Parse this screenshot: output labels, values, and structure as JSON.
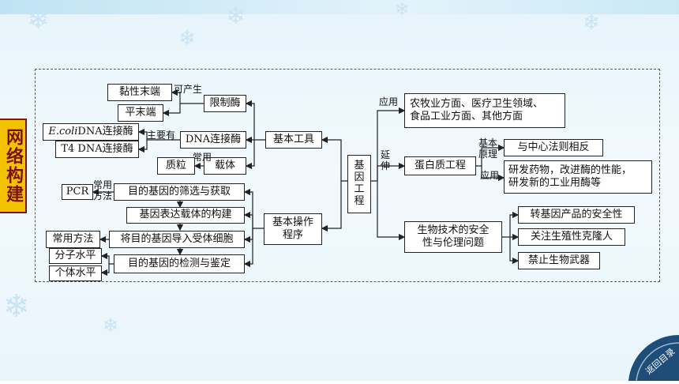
{
  "side_tab": "网络构建",
  "center": "基因工程",
  "tools": {
    "title": "基本工具",
    "restriction": "限制酶",
    "sticky_end": "黏性末端",
    "blunt_end": "平末端",
    "produces": "可产生",
    "ligase": "DNA连接酶",
    "ecoli_italic": "E.coli",
    "ecoli_rest": " DNA连接酶",
    "t4_ligase": "T4 DNA连接酶",
    "mainly": "主要有",
    "vector": "载体",
    "plasmid": "质粒",
    "commonly": "常用"
  },
  "procedure": {
    "title_line1": "基本操作",
    "title_line2": "程序",
    "step1": "目的基因的筛选与获取",
    "step2": "基因表达载体的构建",
    "step3": "将目的基因导入受体细胞",
    "step4": "目的基因的检测与鉴定",
    "pcr": "PCR",
    "common_method_line1": "常用",
    "common_method_line2": "方法",
    "common_methods_box": "常用方法",
    "molecular": "分子水平",
    "individual": "个体水平"
  },
  "application": {
    "label": "应用",
    "text_line1": "农牧业方面、医疗卫生领域、",
    "text_line2": "食品工业方面、其他方面"
  },
  "extension": {
    "label_line1": "延",
    "label_line2": "伸",
    "protein": "蛋白质工程",
    "principle_line1": "基本",
    "principle_line2": "原理",
    "principle_text": "与中心法则相反",
    "apply": "应用",
    "apply_line1": "研发药物，改进酶的性能，",
    "apply_line2": "研发新的工业用酶等"
  },
  "ethics": {
    "title_line1": "生物技术的安全",
    "title_line2": "性与伦理问题",
    "item1": "转基因产品的安全性",
    "item2": "关注生殖性克隆人",
    "item3": "禁止生物武器"
  },
  "home_button": "返回目录",
  "colors": {
    "side_tab": "#f3c200",
    "side_tab_text": "#7a1212",
    "home": "#1f4d7a"
  }
}
